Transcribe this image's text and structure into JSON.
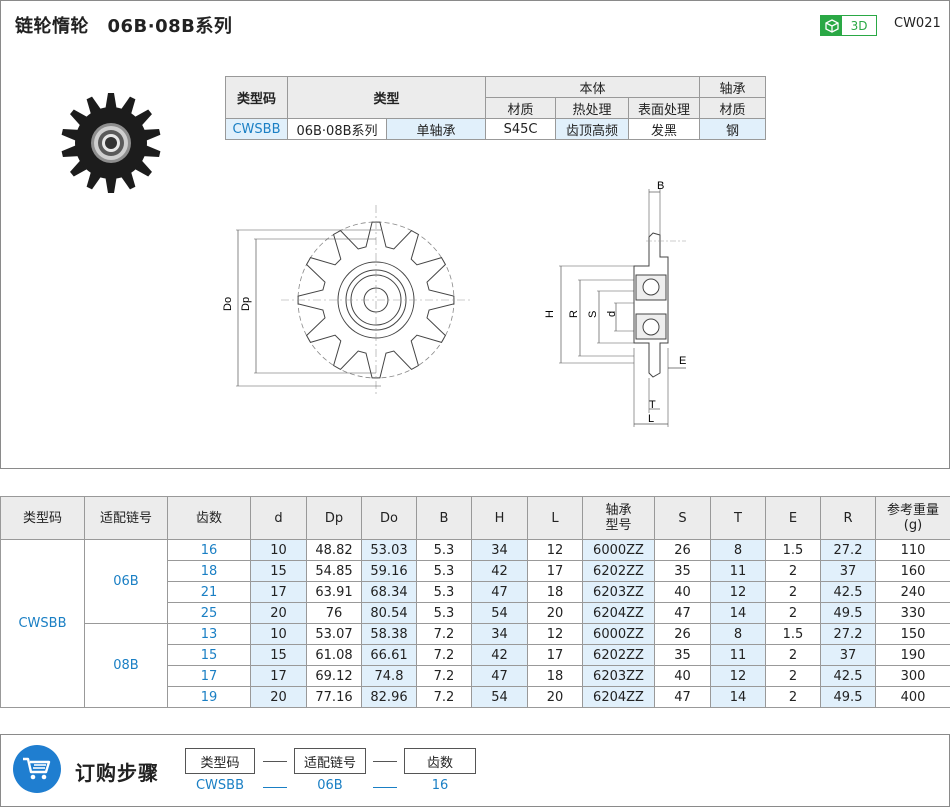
{
  "header": {
    "title": "链轮惰轮　06B·08B系列",
    "badge": "3D",
    "code": "CW021"
  },
  "material_table": {
    "h_type_code": "类型码",
    "h_type": "类型",
    "h_body": "本体",
    "h_bearing": "轴承",
    "h_material": "材质",
    "h_heat": "热处理",
    "h_surface": "表面处理",
    "h_bearing_material": "材质",
    "v_type_code": "CWSBB",
    "v_series": "06B·08B系列",
    "v_bearing_type": "单轴承",
    "v_material": "S45C",
    "v_heat": "齿顶高频",
    "v_surface": "发黑",
    "v_bearing_material": "钢"
  },
  "drawing_labels": {
    "do": "Do",
    "dp": "Dp",
    "b": "B",
    "h": "H",
    "r": "R",
    "s": "S",
    "d": "d",
    "e": "E",
    "t": "T",
    "l": "L"
  },
  "spec_table": {
    "headers": [
      "类型码",
      "适配链号",
      "齿数",
      "d",
      "Dp",
      "Do",
      "B",
      "H",
      "L",
      "轴承\n型号",
      "S",
      "T",
      "E",
      "R",
      "参考重量\n(g)"
    ],
    "type_code": "CWSBB",
    "groups": [
      {
        "chain": "06B",
        "rows": [
          [
            "16",
            "10",
            "48.82",
            "53.03",
            "5.3",
            "34",
            "12",
            "6000ZZ",
            "26",
            "8",
            "1.5",
            "27.2",
            "110"
          ],
          [
            "18",
            "15",
            "54.85",
            "59.16",
            "5.3",
            "42",
            "17",
            "6202ZZ",
            "35",
            "11",
            "2",
            "37",
            "160"
          ],
          [
            "21",
            "17",
            "63.91",
            "68.34",
            "5.3",
            "47",
            "18",
            "6203ZZ",
            "40",
            "12",
            "2",
            "42.5",
            "240"
          ],
          [
            "25",
            "20",
            "76",
            "80.54",
            "5.3",
            "54",
            "20",
            "6204ZZ",
            "47",
            "14",
            "2",
            "49.5",
            "330"
          ]
        ]
      },
      {
        "chain": "08B",
        "rows": [
          [
            "13",
            "10",
            "53.07",
            "58.38",
            "7.2",
            "34",
            "12",
            "6000ZZ",
            "26",
            "8",
            "1.5",
            "27.2",
            "150"
          ],
          [
            "15",
            "15",
            "61.08",
            "66.61",
            "7.2",
            "42",
            "17",
            "6202ZZ",
            "35",
            "11",
            "2",
            "37",
            "190"
          ],
          [
            "17",
            "17",
            "69.12",
            "74.8",
            "7.2",
            "47",
            "18",
            "6203ZZ",
            "40",
            "12",
            "2",
            "42.5",
            "300"
          ],
          [
            "19",
            "20",
            "77.16",
            "82.96",
            "7.2",
            "54",
            "20",
            "6204ZZ",
            "47",
            "14",
            "2",
            "49.5",
            "400"
          ]
        ]
      }
    ]
  },
  "order": {
    "title": "订购步骤",
    "steps": [
      "类型码",
      "适配链号",
      "齿数"
    ],
    "example": [
      "CWSBB",
      "06B",
      "16"
    ],
    "dash": "—"
  },
  "colors": {
    "accent_blue": "#1a7fc4",
    "badge_green": "#2aa845",
    "header_gray": "#ececec",
    "value_bg": "#e1f0fb",
    "cart_blue": "#1f7ed0"
  }
}
